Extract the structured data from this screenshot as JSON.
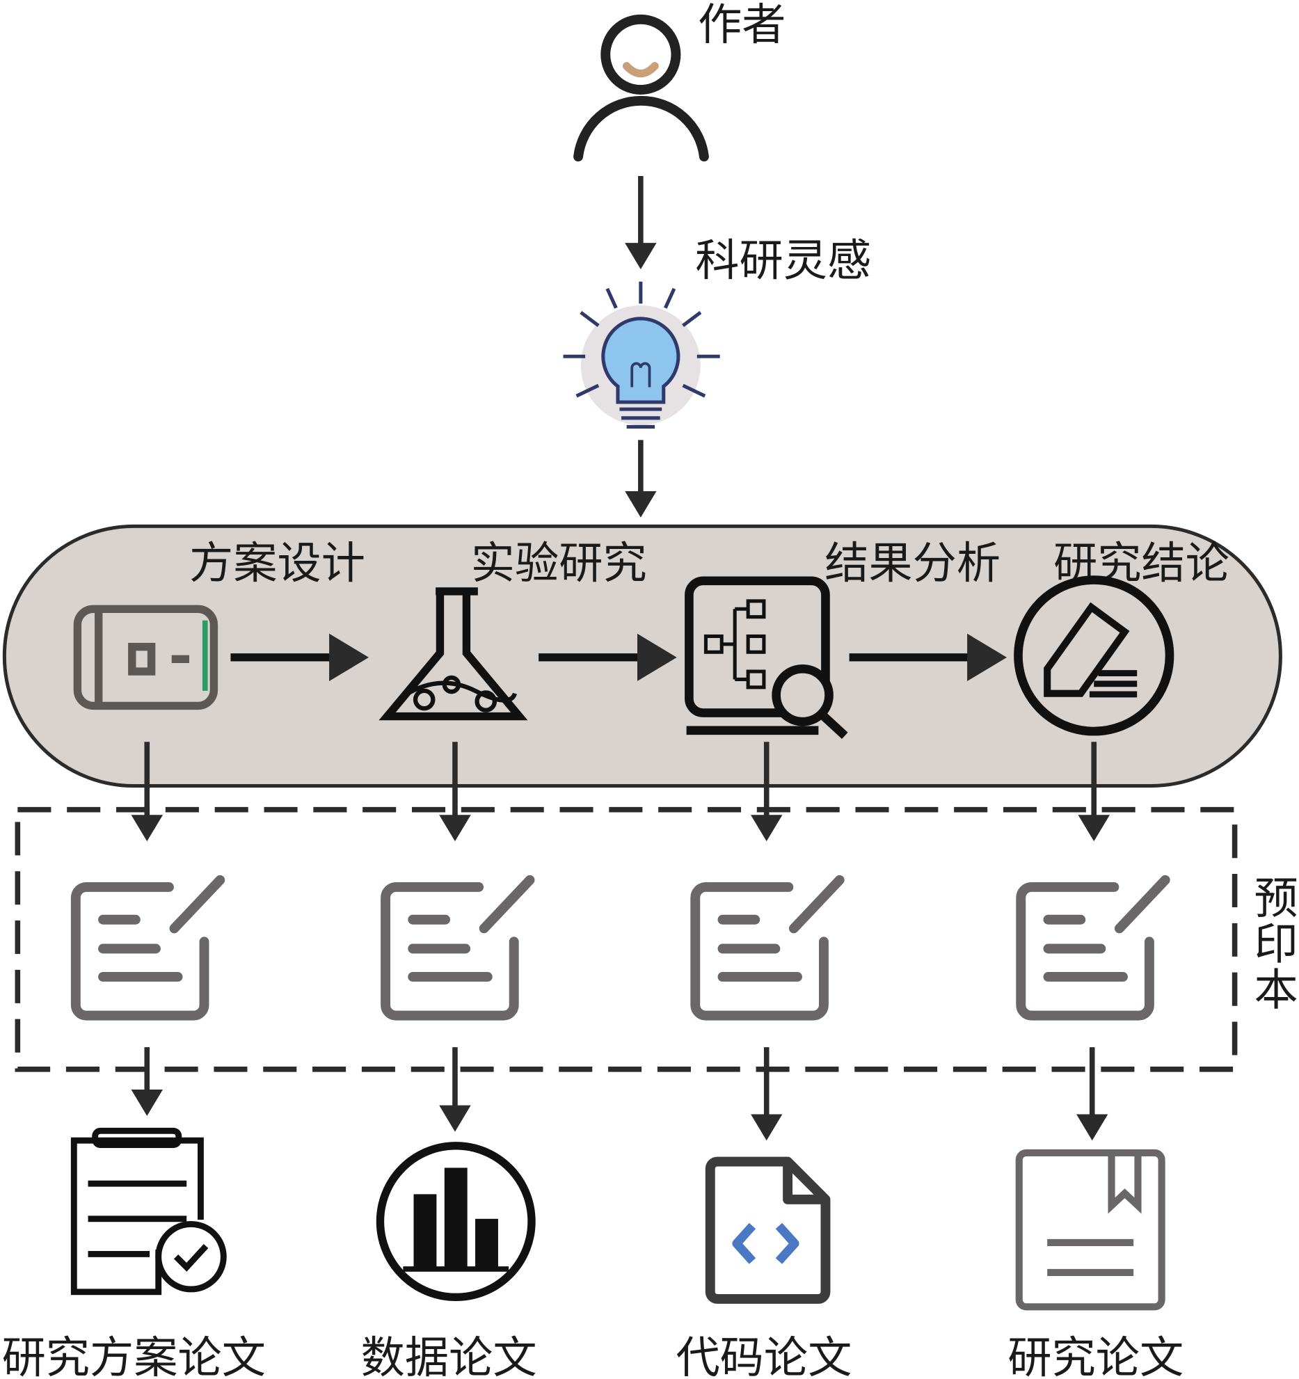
{
  "author": {
    "label": "作者",
    "icon": "person-icon",
    "accent": "#c9a07a"
  },
  "inspiration": {
    "label": "科研灵感",
    "icon": "lightbulb-icon",
    "color": "#8ec5ee"
  },
  "stages": [
    {
      "label": "方案设计",
      "icon": "blueprint-icon"
    },
    {
      "label": "实验研究",
      "icon": "flask-icon"
    },
    {
      "label": "结果分析",
      "icon": "monitor-analysis-icon"
    },
    {
      "label": "研究结论",
      "icon": "pen-circle-icon"
    }
  ],
  "preprint": {
    "label": "预",
    "label2": "印",
    "label3": "本",
    "icon": "edit-document-icon"
  },
  "outputs": [
    {
      "label": "研究方案论文",
      "icon": "clipboard-check-icon"
    },
    {
      "label": "数据论文",
      "icon": "bar-chart-circle-icon"
    },
    {
      "label": "代码论文",
      "icon": "code-file-icon",
      "accent": "#4a78c2"
    },
    {
      "label": "研究论文",
      "icon": "bookmark-book-icon"
    }
  ],
  "colors": {
    "process_fill": "#d9d3cf",
    "stroke": "#2b2b2b",
    "doc_gray": "#6b6769"
  }
}
